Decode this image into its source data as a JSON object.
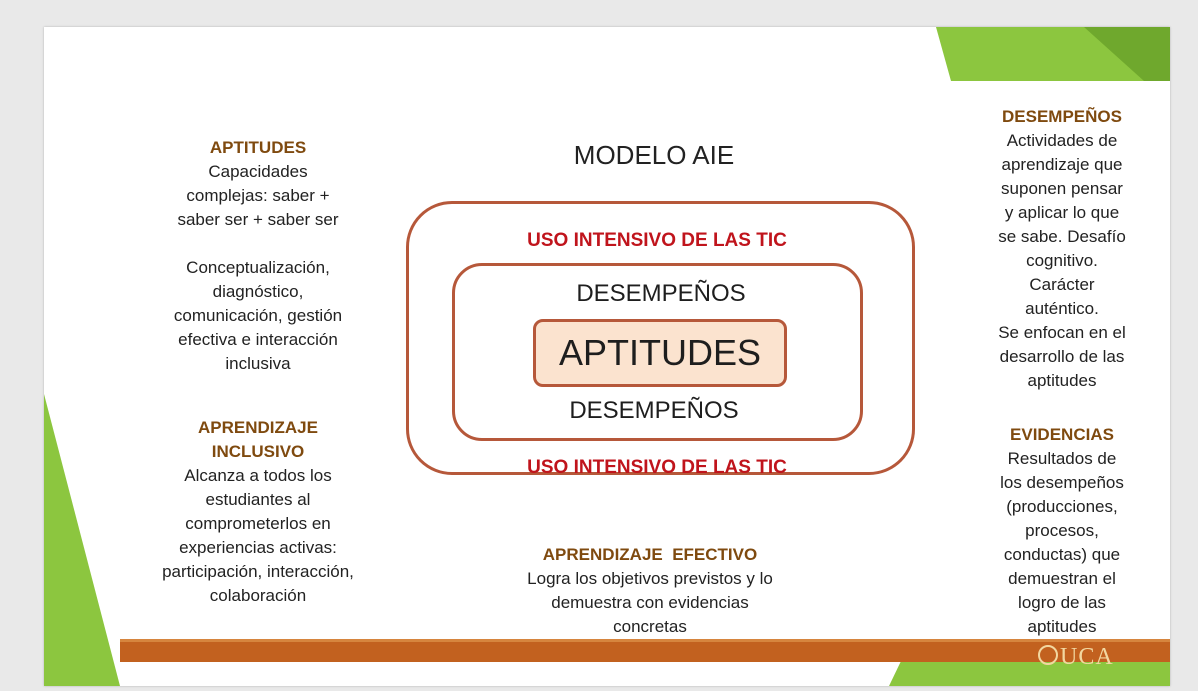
{
  "colors": {
    "accent_green": "#8cc63f",
    "heading_brown": "#7f4a0f",
    "tic_red": "#c0141c",
    "box_border": "#b6583a",
    "core_fill": "#fbe3cf",
    "band_orange": "#c2611f"
  },
  "left": {
    "aptitudes": {
      "heading": "APTITUDES",
      "text": "Capacidades\ncomplejas: saber +\nsaber ser + saber ser",
      "examples": "Conceptualización,\ndiagnóstico,\ncomunicación, gestión\nefectiva e interacción\ninclusiva"
    },
    "aprendizaje_inclusivo": {
      "heading": "APRENDIZAJE\nINCLUSIVO",
      "text": "Alcanza a todos los\nestudiantes al\ncomprometerlos en\nexperiencias activas:\nparticipación, interacción,\ncolaboración"
    }
  },
  "center": {
    "title": "MODELO AIE",
    "tic_top": "USO INTENSIVO DE LAS TIC",
    "desempenos_top": "DESEMPEÑOS",
    "aptitudes_core": "APTITUDES",
    "desempenos_bottom": "DESEMPEÑOS",
    "tic_bottom": "USO INTENSIVO DE LAS TIC",
    "aprendizaje_efectivo": {
      "heading": "APRENDIZAJE  EFECTIVO",
      "text": "Logra los objetivos previstos y lo\ndemuestra con evidencias\nconcretas"
    }
  },
  "right": {
    "desempenos": {
      "heading": "DESEMPEÑOS",
      "text": "Actividades de\naprendizaje que\nsuponen pensar\ny aplicar lo que\nse sabe. Desafío\ncognitivo.\nCarácter\nauténtico.\nSe enfocan en el\ndesarrollo de las\naptitudes"
    },
    "evidencias": {
      "heading": "EVIDENCIAS",
      "text": "Resultados de\nlos desempeños\n(producciones,\nprocesos,\nconductas) que\ndemuestran el\nlogro de las\naptitudes"
    }
  },
  "footer": {
    "logo_text": "UCA",
    "logo_icon": "university-seal-icon"
  }
}
